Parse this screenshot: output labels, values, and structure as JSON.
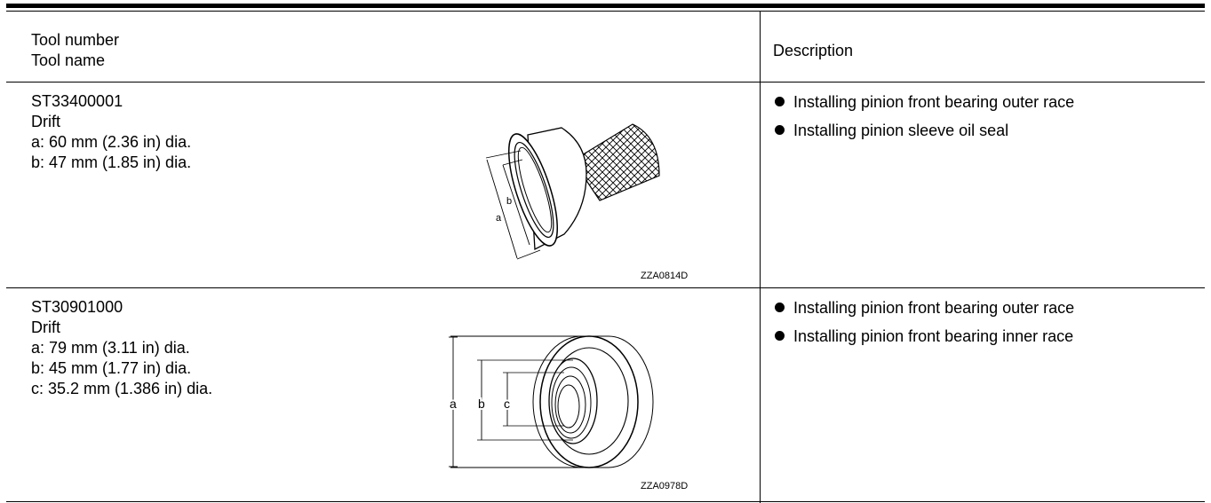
{
  "header": {
    "tool_col_line1": "Tool number",
    "tool_col_line2": "Tool name",
    "desc_col": "Description"
  },
  "rows": [
    {
      "number": "ST33400001",
      "name": "Drift",
      "specs": [
        "a: 60 mm (2.36 in) dia.",
        "b: 47 mm (1.85 in) dia."
      ],
      "figure_code": "ZZA0814D",
      "figure_labels": [
        "a",
        "b"
      ],
      "descriptions": [
        "Installing pinion front bearing outer race",
        "Installing pinion sleeve oil seal"
      ]
    },
    {
      "number": "ST30901000",
      "name": "Drift",
      "specs": [
        "a: 79 mm (3.11 in) dia.",
        "b: 45 mm (1.77 in) dia.",
        "c: 35.2 mm (1.386 in) dia."
      ],
      "figure_code": "ZZA0978D",
      "figure_labels": [
        "a",
        "b",
        "c"
      ],
      "descriptions": [
        "Installing pinion front bearing outer race",
        "Installing pinion front bearing inner race"
      ]
    }
  ]
}
